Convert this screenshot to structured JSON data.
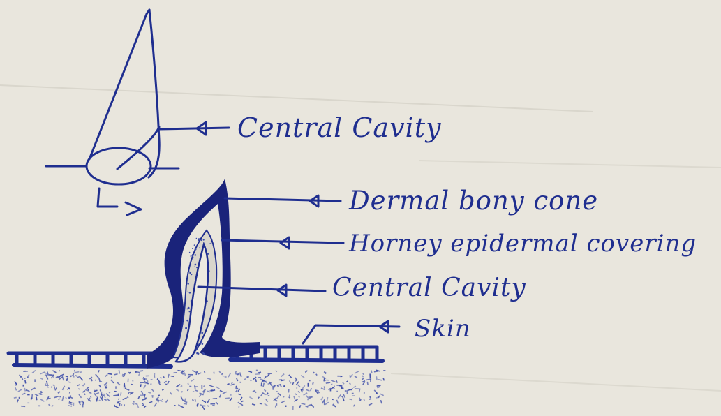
{
  "colors": {
    "paper": "#e9e6dd",
    "ink": "#1f2e8f",
    "ink_dark": "#1a237a",
    "stipple": "#3a4aa8"
  },
  "top_sketch": {
    "label": "Central Cavity"
  },
  "main_diagram": {
    "labels": {
      "dermal_bony_cone": "Dermal bony cone",
      "horny_covering": "Horney epidermal covering",
      "central_cavity": "Central Cavity",
      "skin": "Skin"
    }
  }
}
